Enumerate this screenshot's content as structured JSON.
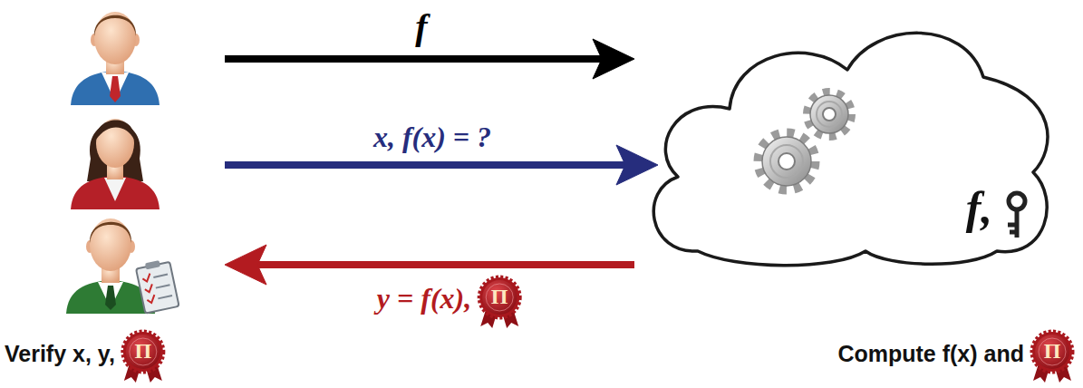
{
  "diagram": {
    "nodes": [
      {
        "text": []
      },
      {
        "text": []
      },
      {
        "text": [
          "Verify x, y,"
        ]
      },
      {
        "text": [
          "f,",
          "Compute f(x) and"
        ]
      }
    ],
    "edges": [
      {
        "from": 0,
        "to": 3,
        "arrow": "to",
        "label": "f"
      },
      {
        "from": 1,
        "to": 3,
        "arrow": "to",
        "label": "x, f(x) = ?"
      },
      {
        "from": 3,
        "to": 2,
        "arrow": "to",
        "label": "y = f(x),"
      }
    ],
    "labels": [
      "Π",
      "Π",
      "Π"
    ]
  }
}
